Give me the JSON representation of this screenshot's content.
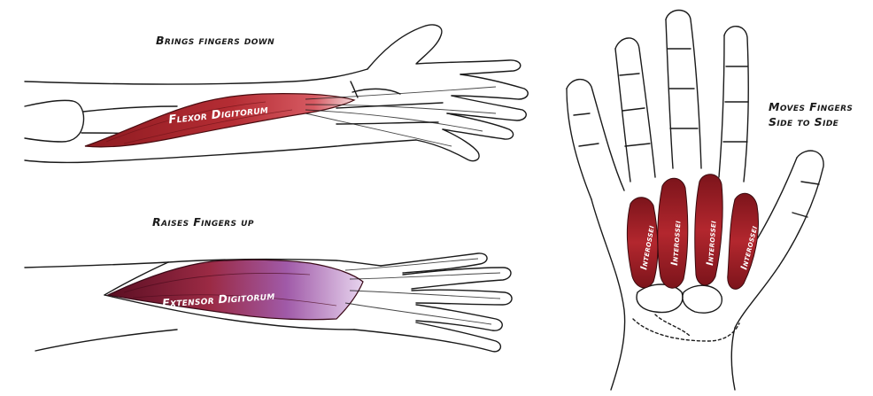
{
  "captions": {
    "flexor": "Brings fingers down",
    "extensor": "Raises Fingers up",
    "interossei_line1": "Moves Fingers",
    "interossei_line2": "Side to Side"
  },
  "labels": {
    "flexor": "Flexor Digitorum",
    "extensor": "Extensor Digitorum",
    "interossei": "Interossei"
  },
  "colors": {
    "muscle_red": "#a8262c",
    "muscle_dark": "#6e1218",
    "extensor_purple": "#9c4aa0",
    "outline": "#1a1a1a"
  }
}
